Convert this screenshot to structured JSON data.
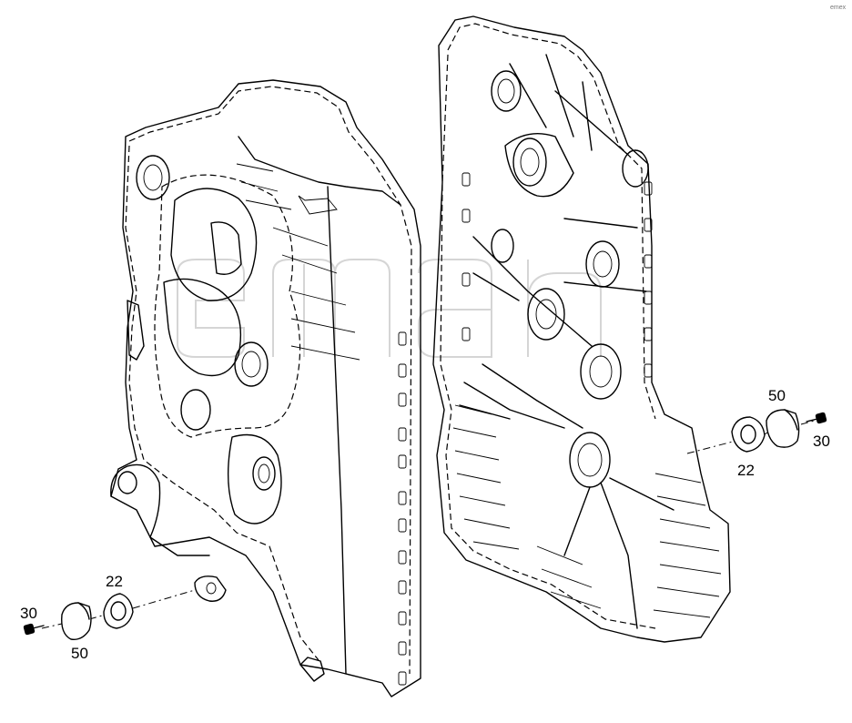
{
  "diagram": {
    "type": "exploded-parts-drawing",
    "components": [
      {
        "id": "left-housing-half",
        "description": "gearbox housing half"
      },
      {
        "id": "right-housing-cover",
        "description": "gearbox housing cover"
      }
    ],
    "callouts": {
      "left": {
        "bolt": "30",
        "cover": "50",
        "gasket": "22"
      },
      "right": {
        "cover": "50",
        "bolt": "30",
        "gasket": "22"
      }
    },
    "watermark_text": "emex"
  }
}
